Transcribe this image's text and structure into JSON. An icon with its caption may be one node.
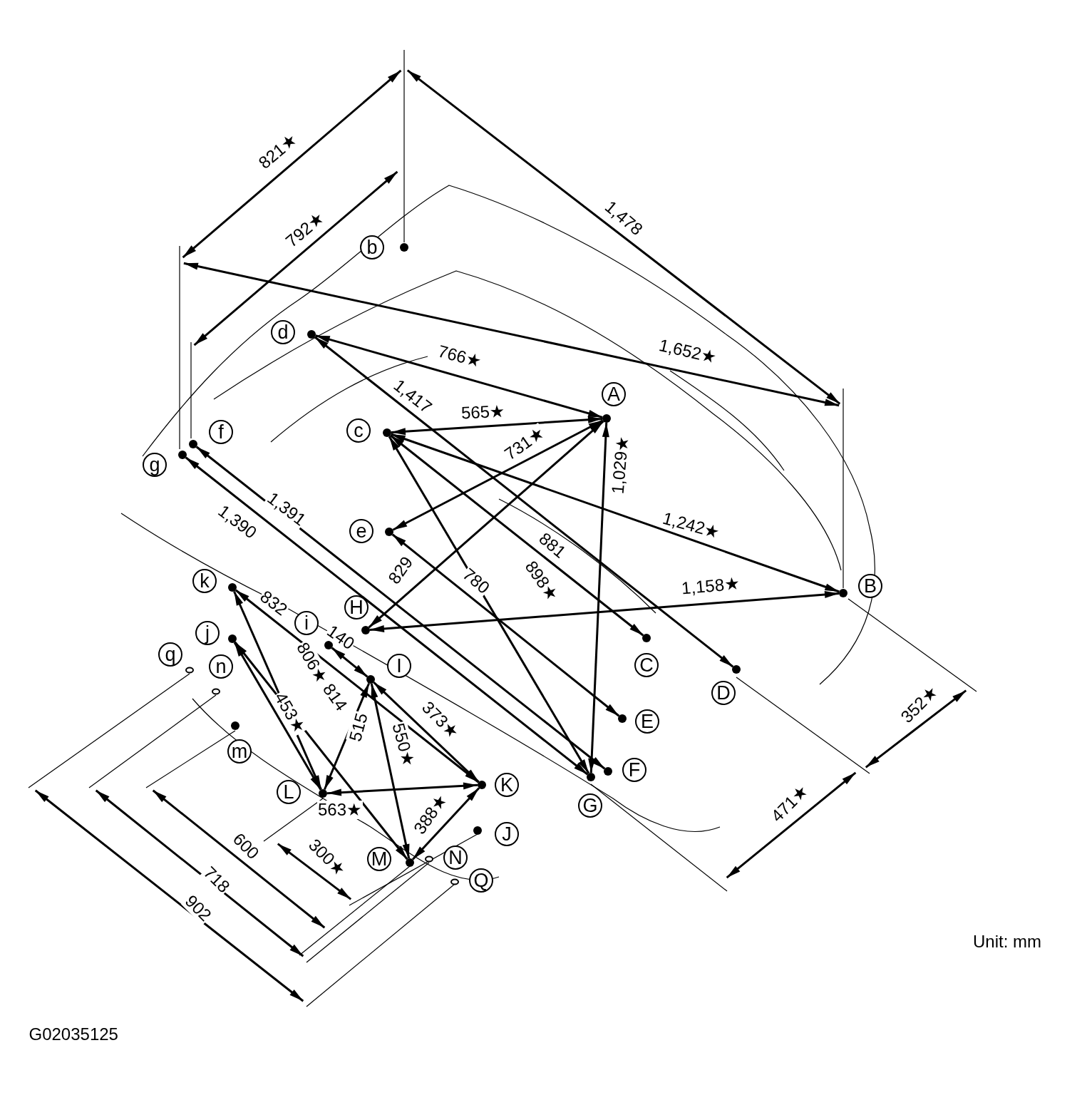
{
  "diagram": {
    "nodes": [
      {
        "text": [
          "b"
        ]
      },
      {
        "text": [
          "d"
        ]
      },
      {
        "text": [
          "A"
        ]
      },
      {
        "text": [
          "c"
        ]
      },
      {
        "text": [
          "f"
        ]
      },
      {
        "text": [
          "g"
        ]
      },
      {
        "text": [
          "e"
        ]
      },
      {
        "text": [
          "k"
        ]
      },
      {
        "text": [
          "B"
        ]
      },
      {
        "text": [
          "H"
        ]
      },
      {
        "text": [
          "i"
        ]
      },
      {
        "text": [
          "j"
        ]
      },
      {
        "text": [
          "q"
        ]
      },
      {
        "text": [
          "n"
        ]
      },
      {
        "text": [
          "I"
        ]
      },
      {
        "text": [
          "C"
        ]
      },
      {
        "text": [
          "D"
        ]
      },
      {
        "text": [
          "E"
        ]
      },
      {
        "text": [
          "m"
        ]
      },
      {
        "text": [
          "F"
        ]
      },
      {
        "text": [
          "K"
        ]
      },
      {
        "text": [
          "L"
        ]
      },
      {
        "text": [
          "G"
        ]
      },
      {
        "text": [
          "J"
        ]
      },
      {
        "text": [
          "N"
        ]
      },
      {
        "text": [
          "M"
        ]
      },
      {
        "text": [
          "Q"
        ]
      }
    ],
    "labels": [
      "821★",
      "1,478",
      "792★",
      "1,652★",
      "766★",
      "1,417",
      "565★",
      "731★",
      "1,029★",
      "1,391",
      "1,242★",
      "1,390",
      "881",
      "829",
      "780",
      "898★",
      "1,158★",
      "832",
      "140",
      "806★",
      "814",
      "373★",
      "453★",
      "515",
      "550★",
      "352★",
      "563★",
      "388★",
      "471★",
      "600",
      "300★",
      "718",
      "902",
      "Unit:  mm",
      "G02035125"
    ]
  }
}
